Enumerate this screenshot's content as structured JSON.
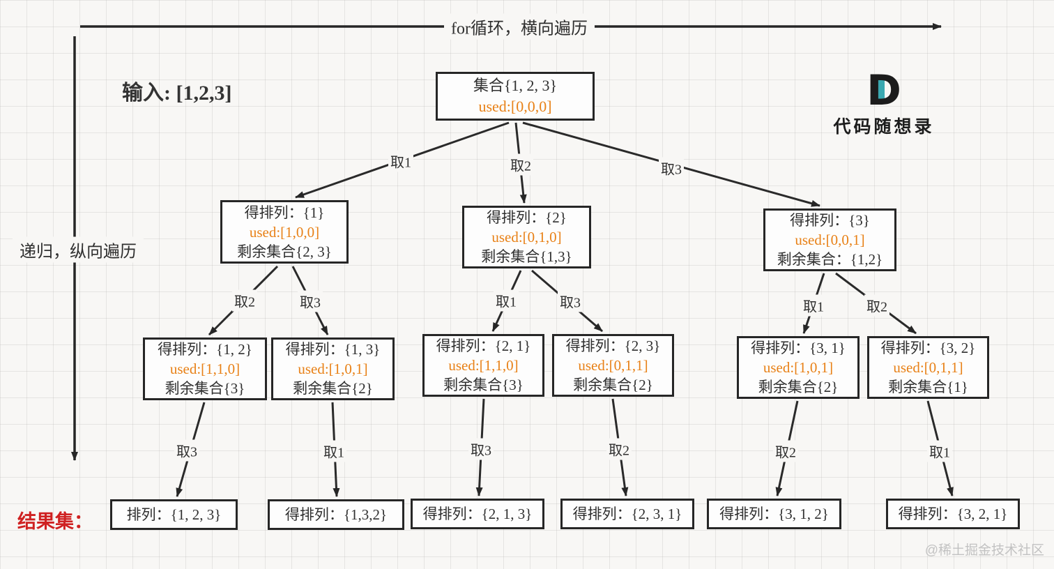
{
  "axes": {
    "top_arrow_label": "for循环，横向遍历",
    "left_arrow_label": "递归，纵向遍历"
  },
  "input_label": "输入: [1,2,3]",
  "result_label": "结果集：",
  "logo": {
    "letter": "D",
    "text": "代码随想录"
  },
  "watermark": "@稀土掘金技术社区",
  "colors": {
    "used_orange": "#e88117",
    "result_red": "#cf2121",
    "logo_teal": "#3aa8b0",
    "line_dark": "#2a2a2a"
  },
  "nodes": [
    {
      "id": "root",
      "line1": "集合{1, 2, 3}",
      "line2": "used:[0,0,0]"
    },
    {
      "id": "n1",
      "line1": "得排列：{1}",
      "line2": "used:[1,0,0]",
      "line3": "剩余集合{2, 3}"
    },
    {
      "id": "n2",
      "line1": "得排列：{2}",
      "line2": "used:[0,1,0]",
      "line3": "剩余集合{1,3}"
    },
    {
      "id": "n3",
      "line1": "得排列：{3}",
      "line2": "used:[0,0,1]",
      "line3": "剩余集合：{1,2}"
    },
    {
      "id": "n11",
      "line1": "得排列：{1, 2}",
      "line2": "used:[1,1,0]",
      "line3": "剩余集合{3}"
    },
    {
      "id": "n12",
      "line1": "得排列：{1, 3}",
      "line2": "used:[1,0,1]",
      "line3": "剩余集合{2}"
    },
    {
      "id": "n13",
      "line1": "得排列：{2, 1}",
      "line2": "used:[1,1,0]",
      "line3": "剩余集合{3}"
    },
    {
      "id": "n14",
      "line1": "得排列：{2, 3}",
      "line2": "used:[0,1,1]",
      "line3": "剩余集合{2}"
    },
    {
      "id": "n15",
      "line1": "得排列：{3, 1}",
      "line2": "used:[1,0,1]",
      "line3": "剩余集合{2}"
    },
    {
      "id": "n16",
      "line1": "得排列：{3, 2}",
      "line2": "used:[0,1,1]",
      "line3": "剩余集合{1}"
    },
    {
      "id": "leaf1",
      "line1": "排列：{1, 2, 3}"
    },
    {
      "id": "leaf2",
      "line1": "得排列：{1,3,2}"
    },
    {
      "id": "leaf3",
      "line1": "得排列：{2, 1, 3}"
    },
    {
      "id": "leaf4",
      "line1": "得排列：{2, 3, 1}"
    },
    {
      "id": "leaf5",
      "line1": "得排列：{3, 1, 2}"
    },
    {
      "id": "leaf6",
      "line1": "得排列：{3, 2, 1}"
    }
  ],
  "edges": [
    {
      "from": "root",
      "to": "n1",
      "label": "取1"
    },
    {
      "from": "root",
      "to": "n2",
      "label": "取2"
    },
    {
      "from": "root",
      "to": "n3",
      "label": "取3"
    },
    {
      "from": "n1",
      "to": "n11",
      "label": "取2"
    },
    {
      "from": "n1",
      "to": "n12",
      "label": "取3"
    },
    {
      "from": "n2",
      "to": "n13",
      "label": "取1"
    },
    {
      "from": "n2",
      "to": "n14",
      "label": "取3"
    },
    {
      "from": "n3",
      "to": "n15",
      "label": "取1"
    },
    {
      "from": "n3",
      "to": "n16",
      "label": "取2"
    },
    {
      "from": "n11",
      "to": "leaf1",
      "label": "取3"
    },
    {
      "from": "n12",
      "to": "leaf2",
      "label": "取1"
    },
    {
      "from": "n13",
      "to": "leaf3",
      "label": "取3"
    },
    {
      "from": "n14",
      "to": "leaf4",
      "label": "取2"
    },
    {
      "from": "n15",
      "to": "leaf5",
      "label": "取2"
    },
    {
      "from": "n16",
      "to": "leaf6",
      "label": "取1"
    }
  ]
}
